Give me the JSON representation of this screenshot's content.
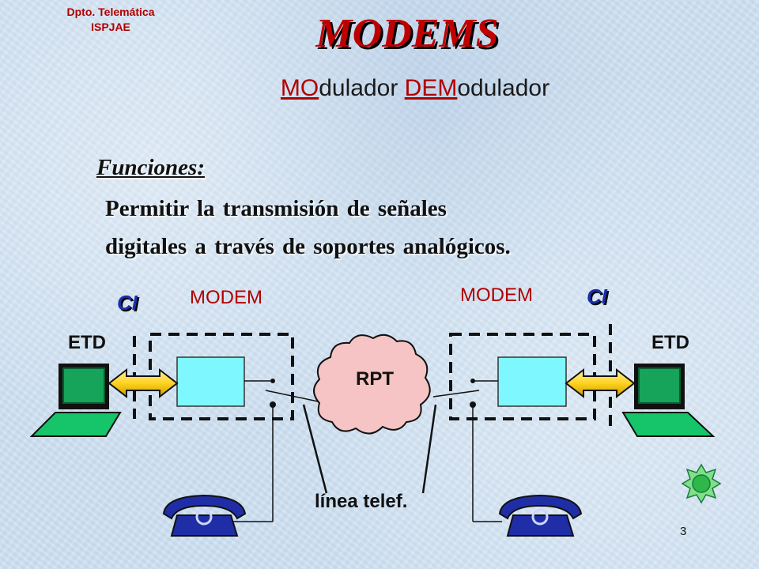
{
  "header": {
    "dept_line1": "Dpto. Telemática",
    "dept_line2": "ISPJAE",
    "title": "MODEMS",
    "subtitle_mo": "MO",
    "subtitle_dulador": "dulador ",
    "subtitle_dem": "DEM",
    "subtitle_odulador": "odulador"
  },
  "body": {
    "functions_heading": "Funciones:",
    "functions_line1": "Permitir la transmisión de señales",
    "functions_line2": "digitales a través de soportes analógicos."
  },
  "diagram": {
    "modem_left": "MODEM",
    "modem_right": "MODEM",
    "ci_left": "CI",
    "ci_right": "CI",
    "etd_left": "ETD",
    "etd_right": "ETD",
    "network": "RPT",
    "line_label": "línea telef."
  },
  "footer": {
    "page_number": "3"
  },
  "colors": {
    "title_red": "#c00000",
    "ci_blue": "#1a2fa8",
    "modem_box": "#7ff7ff",
    "cloud": "#f6c4c4",
    "computer_green": "#16a35a",
    "phone_blue": "#1f2ea6",
    "arrow_yellow": "#ffd21f"
  }
}
